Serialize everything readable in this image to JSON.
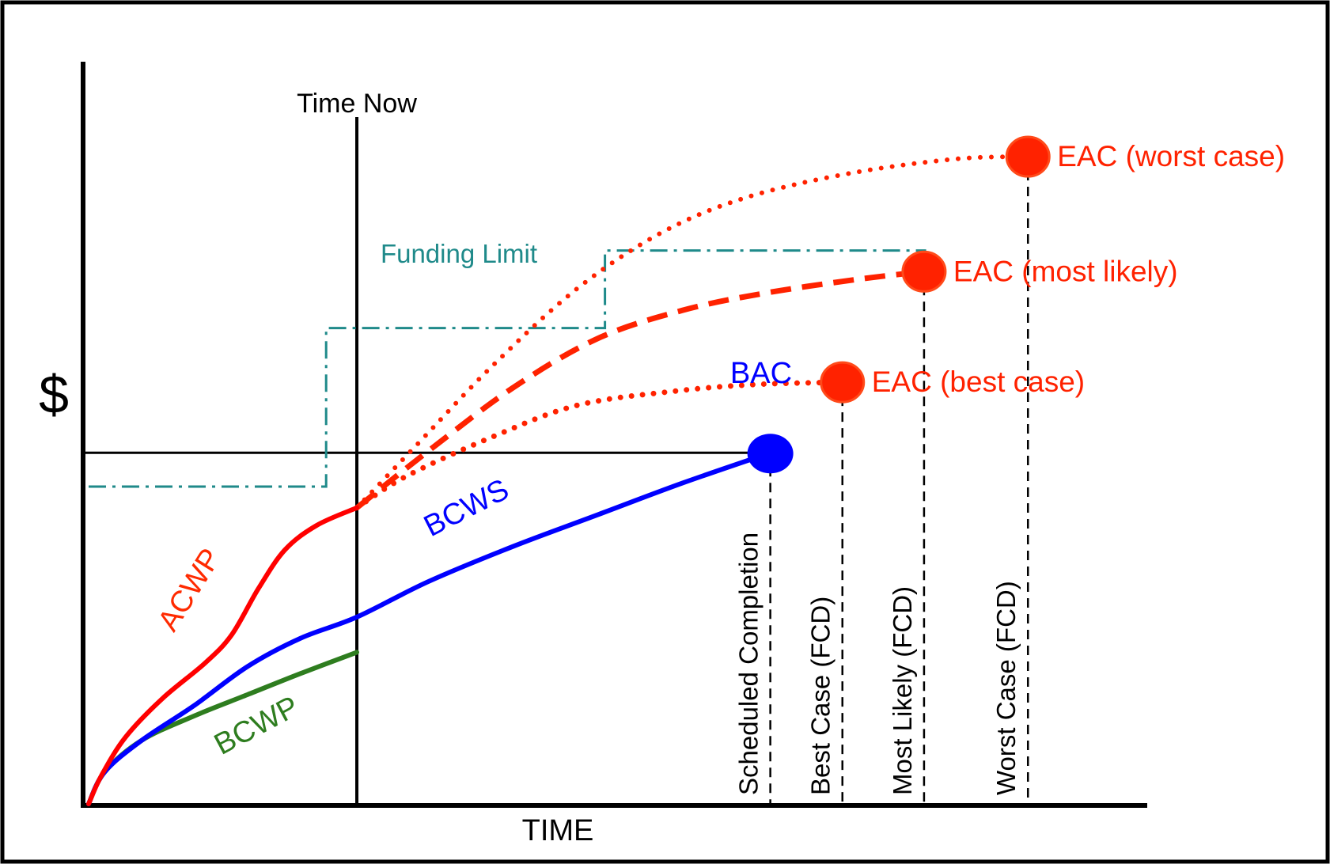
{
  "chart_data": {
    "type": "line",
    "title": "",
    "xlabel": "TIME",
    "ylabel": "$",
    "xlim": [
      0,
      100
    ],
    "ylim": [
      0,
      100
    ],
    "time_now": {
      "label": "Time Now",
      "x": 25.3
    },
    "bac_level": 49.8,
    "colors": {
      "acwp": "#ff0000",
      "bcws": "#0000ff",
      "bcwp": "#2e7d1f",
      "eac": "#ff2200",
      "funding": "#1f8a8a",
      "axis": "#000000"
    },
    "series": [
      {
        "key": "acwp",
        "name": "ACWP",
        "style": "solid",
        "points": [
          [
            0,
            0
          ],
          [
            1.2,
            4
          ],
          [
            3.5,
            9.5
          ],
          [
            7,
            15
          ],
          [
            11,
            20
          ],
          [
            13.5,
            24
          ],
          [
            16,
            30.5
          ],
          [
            18.5,
            36
          ],
          [
            21.5,
            39.5
          ],
          [
            25.3,
            42
          ]
        ]
      },
      {
        "key": "bcws",
        "name": "BCWS",
        "style": "solid",
        "points": [
          [
            0,
            0
          ],
          [
            1.5,
            4.5
          ],
          [
            5,
            9
          ],
          [
            10,
            14
          ],
          [
            15,
            19.5
          ],
          [
            20,
            23.5
          ],
          [
            25.3,
            26.5
          ],
          [
            32,
            31.5
          ],
          [
            40,
            36.5
          ],
          [
            48,
            41
          ],
          [
            56,
            45.5
          ],
          [
            64.3,
            49.8
          ]
        ]
      },
      {
        "key": "bcwp",
        "name": "BCWP",
        "style": "solid",
        "points": [
          [
            0,
            0
          ],
          [
            1.5,
            4.5
          ],
          [
            5,
            9
          ],
          [
            10,
            12.5
          ],
          [
            15,
            15.5
          ],
          [
            20,
            18.5
          ],
          [
            25.3,
            21.5
          ]
        ]
      },
      {
        "key": "eac_best",
        "name": "EAC (best case)",
        "style": "dotted-thick",
        "points": [
          [
            25.3,
            42
          ],
          [
            30,
            46.5
          ],
          [
            38,
            52
          ],
          [
            46,
            56.5
          ],
          [
            55,
            58.5
          ],
          [
            63,
            59.5
          ],
          [
            71.1,
            59.8
          ]
        ]
      },
      {
        "key": "eac_likely",
        "name": "EAC (most likely)",
        "style": "dashed",
        "points": [
          [
            25.3,
            42
          ],
          [
            32,
            50
          ],
          [
            40,
            59
          ],
          [
            48,
            66
          ],
          [
            56,
            70
          ],
          [
            64,
            72.5
          ],
          [
            73,
            74.5
          ],
          [
            78.8,
            75.5
          ]
        ]
      },
      {
        "key": "eac_worst",
        "name": "EAC (worst case)",
        "style": "dotted",
        "points": [
          [
            25.3,
            42
          ],
          [
            31,
            51
          ],
          [
            38,
            62
          ],
          [
            46,
            73
          ],
          [
            54,
            81
          ],
          [
            62,
            86
          ],
          [
            72,
            89.5
          ],
          [
            82,
            91.5
          ],
          [
            88.6,
            91.8
          ]
        ]
      }
    ],
    "funding_limit": {
      "label": "Funding Limit",
      "steps": [
        [
          0,
          45
        ],
        [
          22.4,
          45
        ],
        [
          22.4,
          67.5
        ],
        [
          48.7,
          67.5
        ],
        [
          48.7,
          78.5
        ],
        [
          79,
          78.5
        ]
      ]
    },
    "bac": {
      "label": "BAC",
      "x": 64.3,
      "y": 49.8
    },
    "eac_points": [
      {
        "label": "EAC (best case)",
        "x": 71.1,
        "y": 59.8
      },
      {
        "label": "EAC (most likely)",
        "x": 78.8,
        "y": 75.5
      },
      {
        "label": "EAC (worst case)",
        "x": 88.6,
        "y": 91.8
      }
    ],
    "completion_markers": [
      {
        "label": "Scheduled Completion",
        "x": 64.3,
        "top_y": 49.8
      },
      {
        "label": "Best Case (FCD)",
        "x": 71.1,
        "top_y": 59.8
      },
      {
        "label": "Most Likely (FCD)",
        "x": 78.8,
        "top_y": 75.5
      },
      {
        "label": "Worst Case (FCD)",
        "x": 88.6,
        "top_y": 91.8
      }
    ]
  }
}
